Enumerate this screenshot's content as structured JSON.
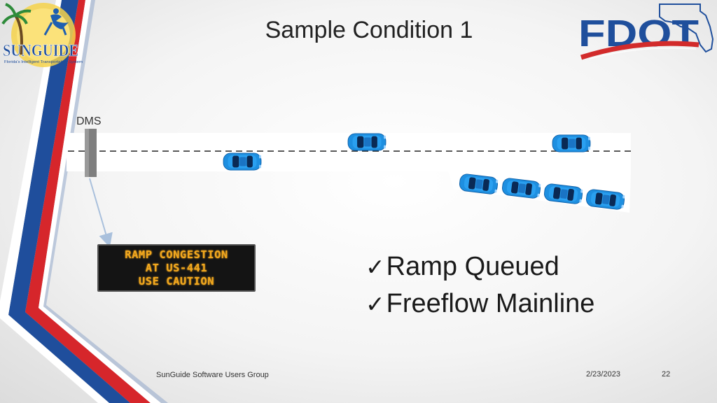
{
  "slide": {
    "title": "Sample Condition 1",
    "dms_label": "DMS",
    "sign_lines": [
      "RAMP CONGESTION",
      "AT US-441",
      "USE CAUTION"
    ],
    "bullets": [
      "Ramp Queued",
      "Freeflow Mainline"
    ],
    "check_glyph": "✓"
  },
  "logos": {
    "sunguide": {
      "word": "SUNGUIDE",
      "tagline": "Florida's Intelligent Transportation System"
    },
    "fdot": {
      "word": "FDOT"
    }
  },
  "footer": {
    "left": "SunGuide Software Users Group",
    "date": "2/23/2023",
    "page": "22"
  },
  "colors": {
    "stripe_red": "#d6262b",
    "stripe_blue": "#1f4e9c",
    "car_blue": "#1e8fe0",
    "sign_amber": "#f2a81e",
    "fdot_blue": "#1f4f9c",
    "fdot_red": "#d22b2b"
  }
}
